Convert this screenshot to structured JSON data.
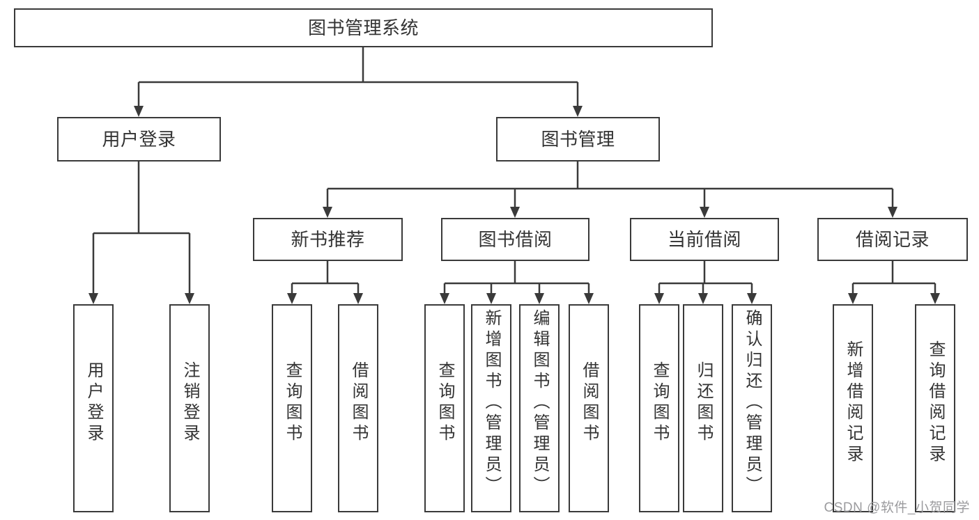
{
  "diagram_type": "functional-structure-tree",
  "tree": {
    "root": {
      "label": "图书管理系统"
    },
    "children": [
      {
        "label": "用户登录",
        "children": [
          {
            "label": "用户登录"
          },
          {
            "label": "注销登录"
          }
        ]
      },
      {
        "label": "图书管理",
        "children": [
          {
            "label": "新书推荐",
            "children": [
              {
                "label": "查询图书"
              },
              {
                "label": "借阅图书"
              }
            ]
          },
          {
            "label": "图书借阅",
            "children": [
              {
                "label": "查询图书"
              },
              {
                "label": "新增图书（管理员）"
              },
              {
                "label": "编辑图书（管理员）"
              },
              {
                "label": "借阅图书"
              }
            ]
          },
          {
            "label": "当前借阅",
            "children": [
              {
                "label": "查询图书"
              },
              {
                "label": "归还图书"
              },
              {
                "label": "确认归还（管理员）"
              }
            ]
          },
          {
            "label": "借阅记录",
            "children": [
              {
                "label": "新增借阅记录"
              },
              {
                "label": "查询借阅记录"
              }
            ]
          }
        ]
      }
    ]
  },
  "watermark": {
    "text": "CSDN @软件_小贺同学"
  },
  "colors": {
    "line": "#3a3a3a",
    "box_border": "#3a3a3a",
    "text": "#333333",
    "watermark": "#9b9b9e",
    "background": "#ffffff"
  }
}
